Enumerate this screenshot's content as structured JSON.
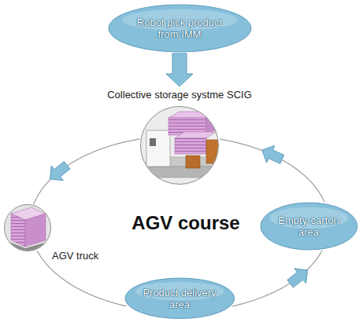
{
  "diagram": {
    "nodes": [
      {
        "text": [
          "Robot pick product from IMM"
        ]
      },
      {
        "text": [
          "Collective storage systme SCIG"
        ]
      },
      {
        "text": [
          "AGV truck"
        ]
      },
      {
        "text": [
          "Product delivery area"
        ]
      },
      {
        "text": [
          "Empty-carton area"
        ]
      }
    ],
    "edges": [
      {
        "from": 0,
        "to": 1,
        "arrow": "to"
      },
      {
        "from": 1,
        "to": 2,
        "arrow": "to"
      },
      {
        "from": 2,
        "to": 3,
        "arrow": "none"
      },
      {
        "from": 3,
        "to": 4,
        "arrow": "to"
      },
      {
        "from": 4,
        "to": 1,
        "arrow": "to"
      }
    ],
    "labels": [
      "AGV course"
    ]
  }
}
